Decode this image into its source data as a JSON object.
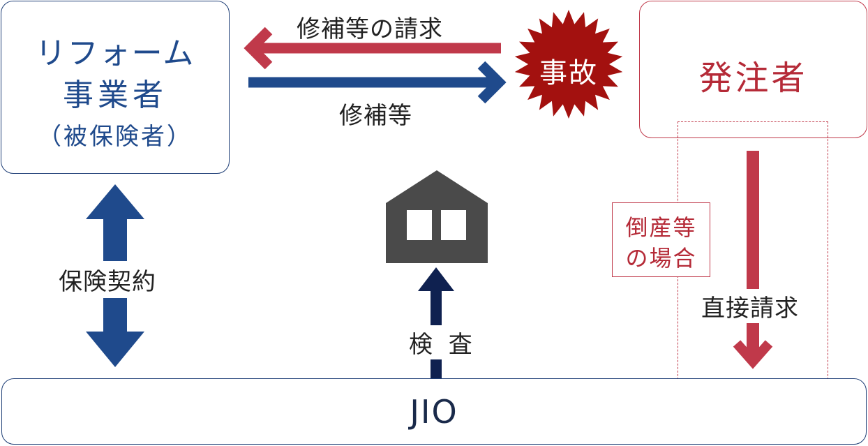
{
  "reform_company": {
    "line1": "リフォーム",
    "line2": "事業者",
    "line3": "（被保険者）"
  },
  "orderer": {
    "label": "発注者"
  },
  "incident": {
    "label": "事故"
  },
  "jio": {
    "label": "JIO"
  },
  "arrows": {
    "repair_request": "修補等の請求",
    "repair": "修補等",
    "insurance_contract": "保険契約",
    "inspection": "検 査",
    "direct_claim": "直接請求"
  },
  "bankruptcy": {
    "line1": "倒産等",
    "line2": "の場合"
  },
  "colors": {
    "navy": "#1f4a8c",
    "dark_navy": "#0f2150",
    "red": "#c0394a",
    "burst": "#a3110f",
    "house": "#4a4a4a"
  }
}
